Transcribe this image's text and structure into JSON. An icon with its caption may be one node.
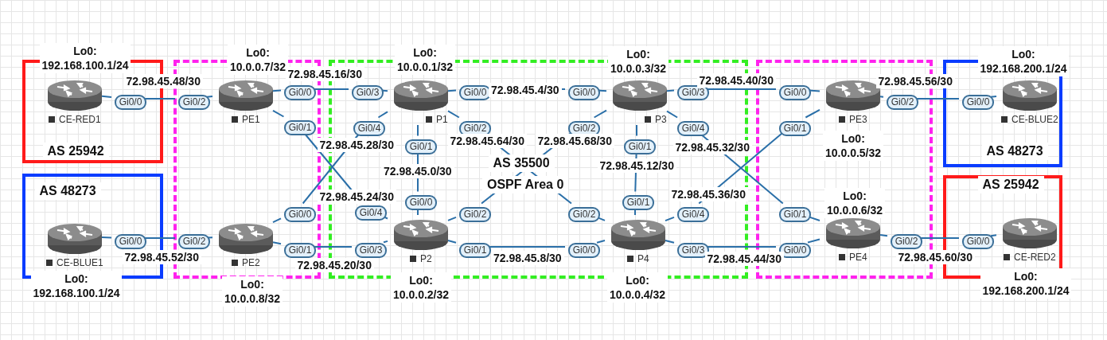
{
  "diagram": {
    "nodes": [
      {
        "text": [
          "AS 25942"
        ]
      },
      {
        "text": [
          "CE-RED1"
        ],
        "beside": [
          "Lo0: 192.168.100.1/24"
        ],
        "in": 0
      },
      {
        "text": [
          "Gi0/0"
        ],
        "in": 0
      },
      {
        "text": [
          "AS 48273"
        ]
      },
      {
        "text": [
          "CE-BLUE1"
        ],
        "beside": [
          "Lo0: 192.168.100.1/24"
        ],
        "in": 3
      },
      {
        "text": [
          "Gi0/0"
        ],
        "in": 3
      },
      {
        "text": [],
        "shape": "box"
      },
      {
        "text": [
          "PE1"
        ],
        "beside": [
          "Lo0: 10.0.0.7/32"
        ],
        "in": 6
      },
      {
        "text": [
          "Gi0/2"
        ],
        "in": 6
      },
      {
        "text": [
          "Gi0/0"
        ],
        "in": 6
      },
      {
        "text": [
          "Gi0/1"
        ],
        "in": 6
      },
      {
        "text": [
          "PE2"
        ],
        "beside": [
          "Lo0: 10.0.0.8/32"
        ],
        "in": 6
      },
      {
        "text": [
          "Gi0/2"
        ],
        "in": 6
      },
      {
        "text": [
          "Gi0/0"
        ],
        "in": 6
      },
      {
        "text": [
          "Gi0/1"
        ],
        "in": 6
      },
      {
        "text": [
          "AS 35500",
          "OSPF Area 0"
        ]
      },
      {
        "text": [
          "P1"
        ],
        "beside": [
          "Lo0: 10.0.0.1/32"
        ],
        "in": 15
      },
      {
        "text": [
          "Gi0/3"
        ],
        "in": 15
      },
      {
        "text": [
          "Gi0/4"
        ],
        "in": 15
      },
      {
        "text": [
          "Gi0/0"
        ],
        "in": 15
      },
      {
        "text": [
          "Gi0/2"
        ],
        "in": 15
      },
      {
        "text": [
          "Gi0/1"
        ],
        "in": 15
      },
      {
        "text": [
          "P2"
        ],
        "beside": [
          "Lo0: 10.0.0.2/32"
        ],
        "in": 15
      },
      {
        "text": [
          "Gi0/0"
        ],
        "in": 15
      },
      {
        "text": [
          "Gi0/4"
        ],
        "in": 15
      },
      {
        "text": [
          "Gi0/3"
        ],
        "in": 15
      },
      {
        "text": [
          "Gi0/2"
        ],
        "in": 15
      },
      {
        "text": [
          "Gi0/1"
        ],
        "in": 15
      },
      {
        "text": [
          "P3"
        ],
        "beside": [
          "Lo0: 10.0.0.3/32"
        ],
        "in": 15
      },
      {
        "text": [
          "Gi0/0"
        ],
        "in": 15
      },
      {
        "text": [
          "Gi0/2"
        ],
        "in": 15
      },
      {
        "text": [
          "Gi0/1"
        ],
        "in": 15
      },
      {
        "text": [
          "Gi0/3"
        ],
        "in": 15
      },
      {
        "text": [
          "Gi0/4"
        ],
        "in": 15
      },
      {
        "text": [
          "P4"
        ],
        "beside": [
          "Lo0: 10.0.0.4/32"
        ],
        "in": 15
      },
      {
        "text": [
          "Gi0/1"
        ],
        "in": 15
      },
      {
        "text": [
          "Gi0/2"
        ],
        "in": 15
      },
      {
        "text": [
          "Gi0/0"
        ],
        "in": 15
      },
      {
        "text": [
          "Gi0/4"
        ],
        "in": 15
      },
      {
        "text": [
          "Gi0/3"
        ],
        "in": 15
      },
      {
        "text": [],
        "shape": "box"
      },
      {
        "text": [
          "PE3"
        ],
        "beside": [
          "Lo0: 10.0.0.5/32"
        ],
        "in": 40
      },
      {
        "text": [
          "Gi0/0"
        ],
        "in": 40
      },
      {
        "text": [
          "Gi0/1"
        ],
        "in": 40
      },
      {
        "text": [
          "Gi0/2"
        ],
        "in": 40
      },
      {
        "text": [
          "PE4"
        ],
        "beside": [
          "Lo0: 10.0.0.6/32"
        ],
        "in": 40
      },
      {
        "text": [
          "Gi0/1"
        ],
        "in": 40
      },
      {
        "text": [
          "Gi0/0"
        ],
        "in": 40
      },
      {
        "text": [
          "Gi0/2"
        ],
        "in": 40
      },
      {
        "text": [
          "AS 48273"
        ]
      },
      {
        "text": [
          "CE-BLUE2"
        ],
        "beside": [
          "Lo0: 192.168.200.1/24"
        ],
        "in": 49
      },
      {
        "text": [
          "Gi0/0"
        ],
        "in": 49
      },
      {
        "text": [
          "AS 25942"
        ]
      },
      {
        "text": [
          "CE-RED2"
        ],
        "beside": [
          "Lo0: 192.168.200.1/24"
        ],
        "in": 52
      },
      {
        "text": [
          "Gi0/0"
        ],
        "in": 52
      }
    ],
    "edges": [
      {
        "from": 1,
        "to": 2,
        "arrow": "none"
      },
      {
        "from": 2,
        "to": 8,
        "arrow": "none",
        "label": "72.98.45.48/30"
      },
      {
        "from": 8,
        "to": 7,
        "arrow": "none"
      },
      {
        "from": 4,
        "to": 5,
        "arrow": "none"
      },
      {
        "from": 5,
        "to": 12,
        "arrow": "none",
        "label": "72.98.45.52/30"
      },
      {
        "from": 12,
        "to": 11,
        "arrow": "none"
      },
      {
        "from": 7,
        "to": 9,
        "arrow": "none"
      },
      {
        "from": 9,
        "to": 17,
        "arrow": "none",
        "label": "72.98.45.16/30"
      },
      {
        "from": 17,
        "to": 16,
        "arrow": "none"
      },
      {
        "from": 7,
        "to": 10,
        "arrow": "none"
      },
      {
        "from": 10,
        "to": 24,
        "arrow": "none",
        "label": "72.98.45.24/30"
      },
      {
        "from": 24,
        "to": 22,
        "arrow": "none"
      },
      {
        "from": 11,
        "to": 13,
        "arrow": "none"
      },
      {
        "from": 13,
        "to": 18,
        "arrow": "none",
        "label": "72.98.45.28/30"
      },
      {
        "from": 18,
        "to": 16,
        "arrow": "none"
      },
      {
        "from": 11,
        "to": 14,
        "arrow": "none"
      },
      {
        "from": 14,
        "to": 25,
        "arrow": "none",
        "label": "72.98.45.20/30"
      },
      {
        "from": 25,
        "to": 22,
        "arrow": "none"
      },
      {
        "from": 16,
        "to": 21,
        "arrow": "none"
      },
      {
        "from": 21,
        "to": 23,
        "arrow": "none",
        "label": "72.98.45.0/30"
      },
      {
        "from": 23,
        "to": 22,
        "arrow": "none"
      },
      {
        "from": 16,
        "to": 19,
        "arrow": "none"
      },
      {
        "from": 19,
        "to": 29,
        "arrow": "none",
        "label": "72.98.45.4/30"
      },
      {
        "from": 29,
        "to": 28,
        "arrow": "none"
      },
      {
        "from": 16,
        "to": 20,
        "arrow": "none"
      },
      {
        "from": 20,
        "to": 36,
        "arrow": "none",
        "label": "72.98.45.64/30"
      },
      {
        "from": 36,
        "to": 34,
        "arrow": "none"
      },
      {
        "from": 22,
        "to": 26,
        "arrow": "none"
      },
      {
        "from": 26,
        "to": 30,
        "arrow": "none",
        "label": "72.98.45.68/30"
      },
      {
        "from": 30,
        "to": 28,
        "arrow": "none"
      },
      {
        "from": 22,
        "to": 27,
        "arrow": "none"
      },
      {
        "from": 27,
        "to": 37,
        "arrow": "none",
        "label": "72.98.45.8/30"
      },
      {
        "from": 37,
        "to": 34,
        "arrow": "none"
      },
      {
        "from": 28,
        "to": 31,
        "arrow": "none"
      },
      {
        "from": 31,
        "to": 35,
        "arrow": "none",
        "label": "72.98.45.12/30"
      },
      {
        "from": 35,
        "to": 34,
        "arrow": "none"
      },
      {
        "from": 28,
        "to": 32,
        "arrow": "none"
      },
      {
        "from": 32,
        "to": 42,
        "arrow": "none",
        "label": "72.98.45.40/30"
      },
      {
        "from": 42,
        "to": 41,
        "arrow": "none"
      },
      {
        "from": 28,
        "to": 33,
        "arrow": "none"
      },
      {
        "from": 33,
        "to": 46,
        "arrow": "none",
        "label": "72.98.45.32/30"
      },
      {
        "from": 46,
        "to": 45,
        "arrow": "none"
      },
      {
        "from": 34,
        "to": 38,
        "arrow": "none"
      },
      {
        "from": 38,
        "to": 43,
        "arrow": "none",
        "label": "72.98.45.36/30"
      },
      {
        "from": 43,
        "to": 41,
        "arrow": "none"
      },
      {
        "from": 34,
        "to": 39,
        "arrow": "none"
      },
      {
        "from": 39,
        "to": 47,
        "arrow": "none",
        "label": "72.98.45.44/30"
      },
      {
        "from": 47,
        "to": 45,
        "arrow": "none"
      },
      {
        "from": 41,
        "to": 44,
        "arrow": "none"
      },
      {
        "from": 44,
        "to": 51,
        "arrow": "none",
        "label": "72.98.45.56/30"
      },
      {
        "from": 51,
        "to": 50,
        "arrow": "none"
      },
      {
        "from": 45,
        "to": 48,
        "arrow": "none"
      },
      {
        "from": 48,
        "to": 54,
        "arrow": "none",
        "label": "72.98.45.60/30"
      },
      {
        "from": 54,
        "to": 53,
        "arrow": "none"
      }
    ]
  }
}
